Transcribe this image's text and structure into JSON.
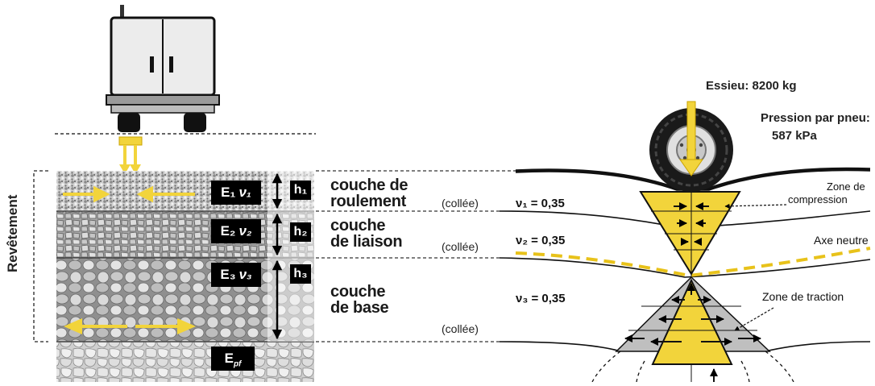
{
  "side_label": "Revêtement",
  "layers": [
    {
      "id": "roulement",
      "modulus": "E₁",
      "nu": "ν₁",
      "thickness": "h₁",
      "name_line1": "couche de",
      "name_line2": "roulement",
      "bond": "(collée)",
      "poisson": "ν₁ = 0,35"
    },
    {
      "id": "liaison",
      "modulus": "E₂",
      "nu": "ν₂",
      "thickness": "h₂",
      "name_line1": "couche",
      "name_line2": "de liaison",
      "bond": "(collée)",
      "poisson": "ν₂ = 0,35"
    },
    {
      "id": "base",
      "modulus": "E₃",
      "nu": "ν₃",
      "thickness": "h₃",
      "name_line1": "couche",
      "name_line2": "de base",
      "bond": "(collée)",
      "poisson": "ν₃ = 0,35"
    }
  ],
  "subgrade": {
    "modulus": "E",
    "sub": "pf"
  },
  "load": {
    "axle": "Essieu: 8200 kg",
    "pressure_line1": "Pression par pneu:",
    "pressure_line2": "587 kPa"
  },
  "zones": {
    "compression_line1": "Zone de",
    "compression_line2": "compression",
    "neutral_axis": "Axe neutre",
    "traction": "Zone de traction"
  },
  "colors": {
    "yellow": "#f2d43b",
    "yellow_dark": "#e8c21a",
    "truck_body": "#d9d9d9",
    "text": "#111111"
  }
}
